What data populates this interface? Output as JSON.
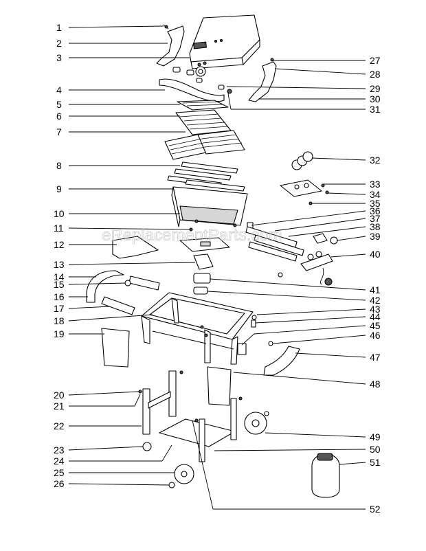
{
  "watermark": "eReplacementParts.com",
  "callouts_left": [
    "1",
    "2",
    "3",
    "4",
    "5",
    "6",
    "7",
    "8",
    "9",
    "10",
    "11",
    "12",
    "13",
    "14",
    "15",
    "16",
    "17",
    "18",
    "19",
    "20",
    "21",
    "22",
    "23",
    "24",
    "25",
    "26"
  ],
  "callouts_right": [
    "27",
    "28",
    "29",
    "30",
    "31",
    "32",
    "33",
    "34",
    "35",
    "36",
    "37",
    "38",
    "39",
    "40",
    "41",
    "42",
    "43",
    "44",
    "45",
    "46",
    "47",
    "48",
    "49",
    "50",
    "51",
    "52"
  ],
  "colors": {
    "line": "#000000",
    "shade": "#d6d6d6",
    "dark": "#555555",
    "watermark": "#bdbdbd"
  }
}
